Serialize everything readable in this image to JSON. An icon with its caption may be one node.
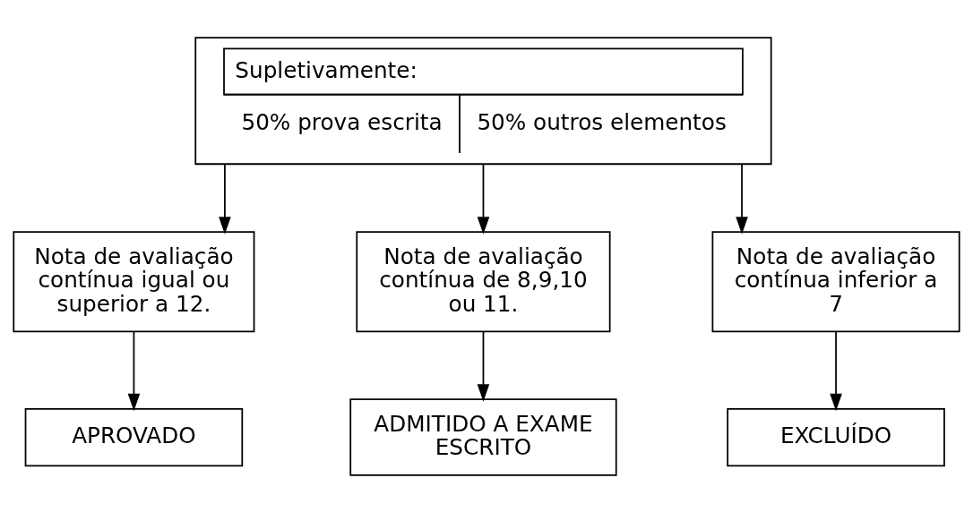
{
  "diagram": {
    "nodes": [
      {
        "text": [
          "Supletivamente:",
          "50% prova escrita",
          "50% outros elementos"
        ]
      },
      {
        "text": [
          "Nota de avaliação contínua igual ou superior a 12."
        ]
      },
      {
        "text": [
          "Nota de avaliação contínua de 8,9,10 ou 11."
        ]
      },
      {
        "text": [
          "Nota de avaliação contínua inferior a 7"
        ]
      },
      {
        "text": [
          "APROVADO"
        ]
      },
      {
        "text": [
          "ADMITIDO A EXAME ESCRITO"
        ]
      },
      {
        "text": [
          "EXCLUÍDO"
        ]
      }
    ],
    "edges": [
      {
        "from": 0,
        "to": 1,
        "arrow": "to"
      },
      {
        "from": 0,
        "to": 2,
        "arrow": "to"
      },
      {
        "from": 0,
        "to": 3,
        "arrow": "to"
      },
      {
        "from": 1,
        "to": 4,
        "arrow": "to"
      },
      {
        "from": 2,
        "to": 5,
        "arrow": "to"
      },
      {
        "from": 3,
        "to": 6,
        "arrow": "to"
      }
    ]
  }
}
